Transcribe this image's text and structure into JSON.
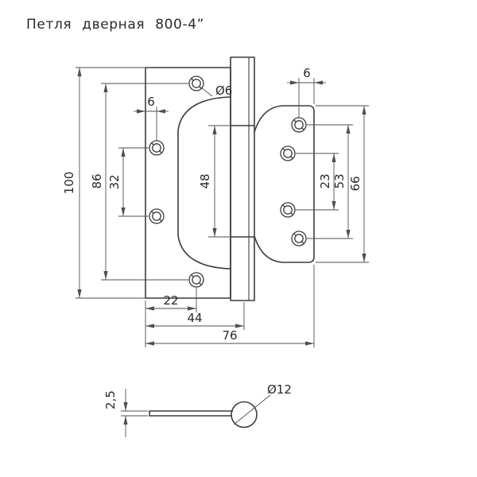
{
  "title": "Петля дверная 800-4”",
  "colors": {
    "background": "#ffffff",
    "outline": "#3c3c3c",
    "dimension": "#4f4f4f",
    "text": "#2a2a2a"
  },
  "front_view": {
    "dimensions": {
      "overall_height": "100",
      "left_hole_span": "86",
      "left_mid_hole_span": "32",
      "left_hole_offset": "6",
      "hole_diameter": "Ø6",
      "knuckle_length": "48",
      "right_hole_offset": "6",
      "right_mid_hole_span": "23",
      "right_hole_span": "53",
      "right_leaf_height": "66",
      "bottom_hole_offset": "22",
      "leaf_width": "44",
      "overall_width": "76"
    }
  },
  "side_view": {
    "dimensions": {
      "leaf_thickness": "2,5",
      "barrel_diameter": "Ø12"
    }
  }
}
